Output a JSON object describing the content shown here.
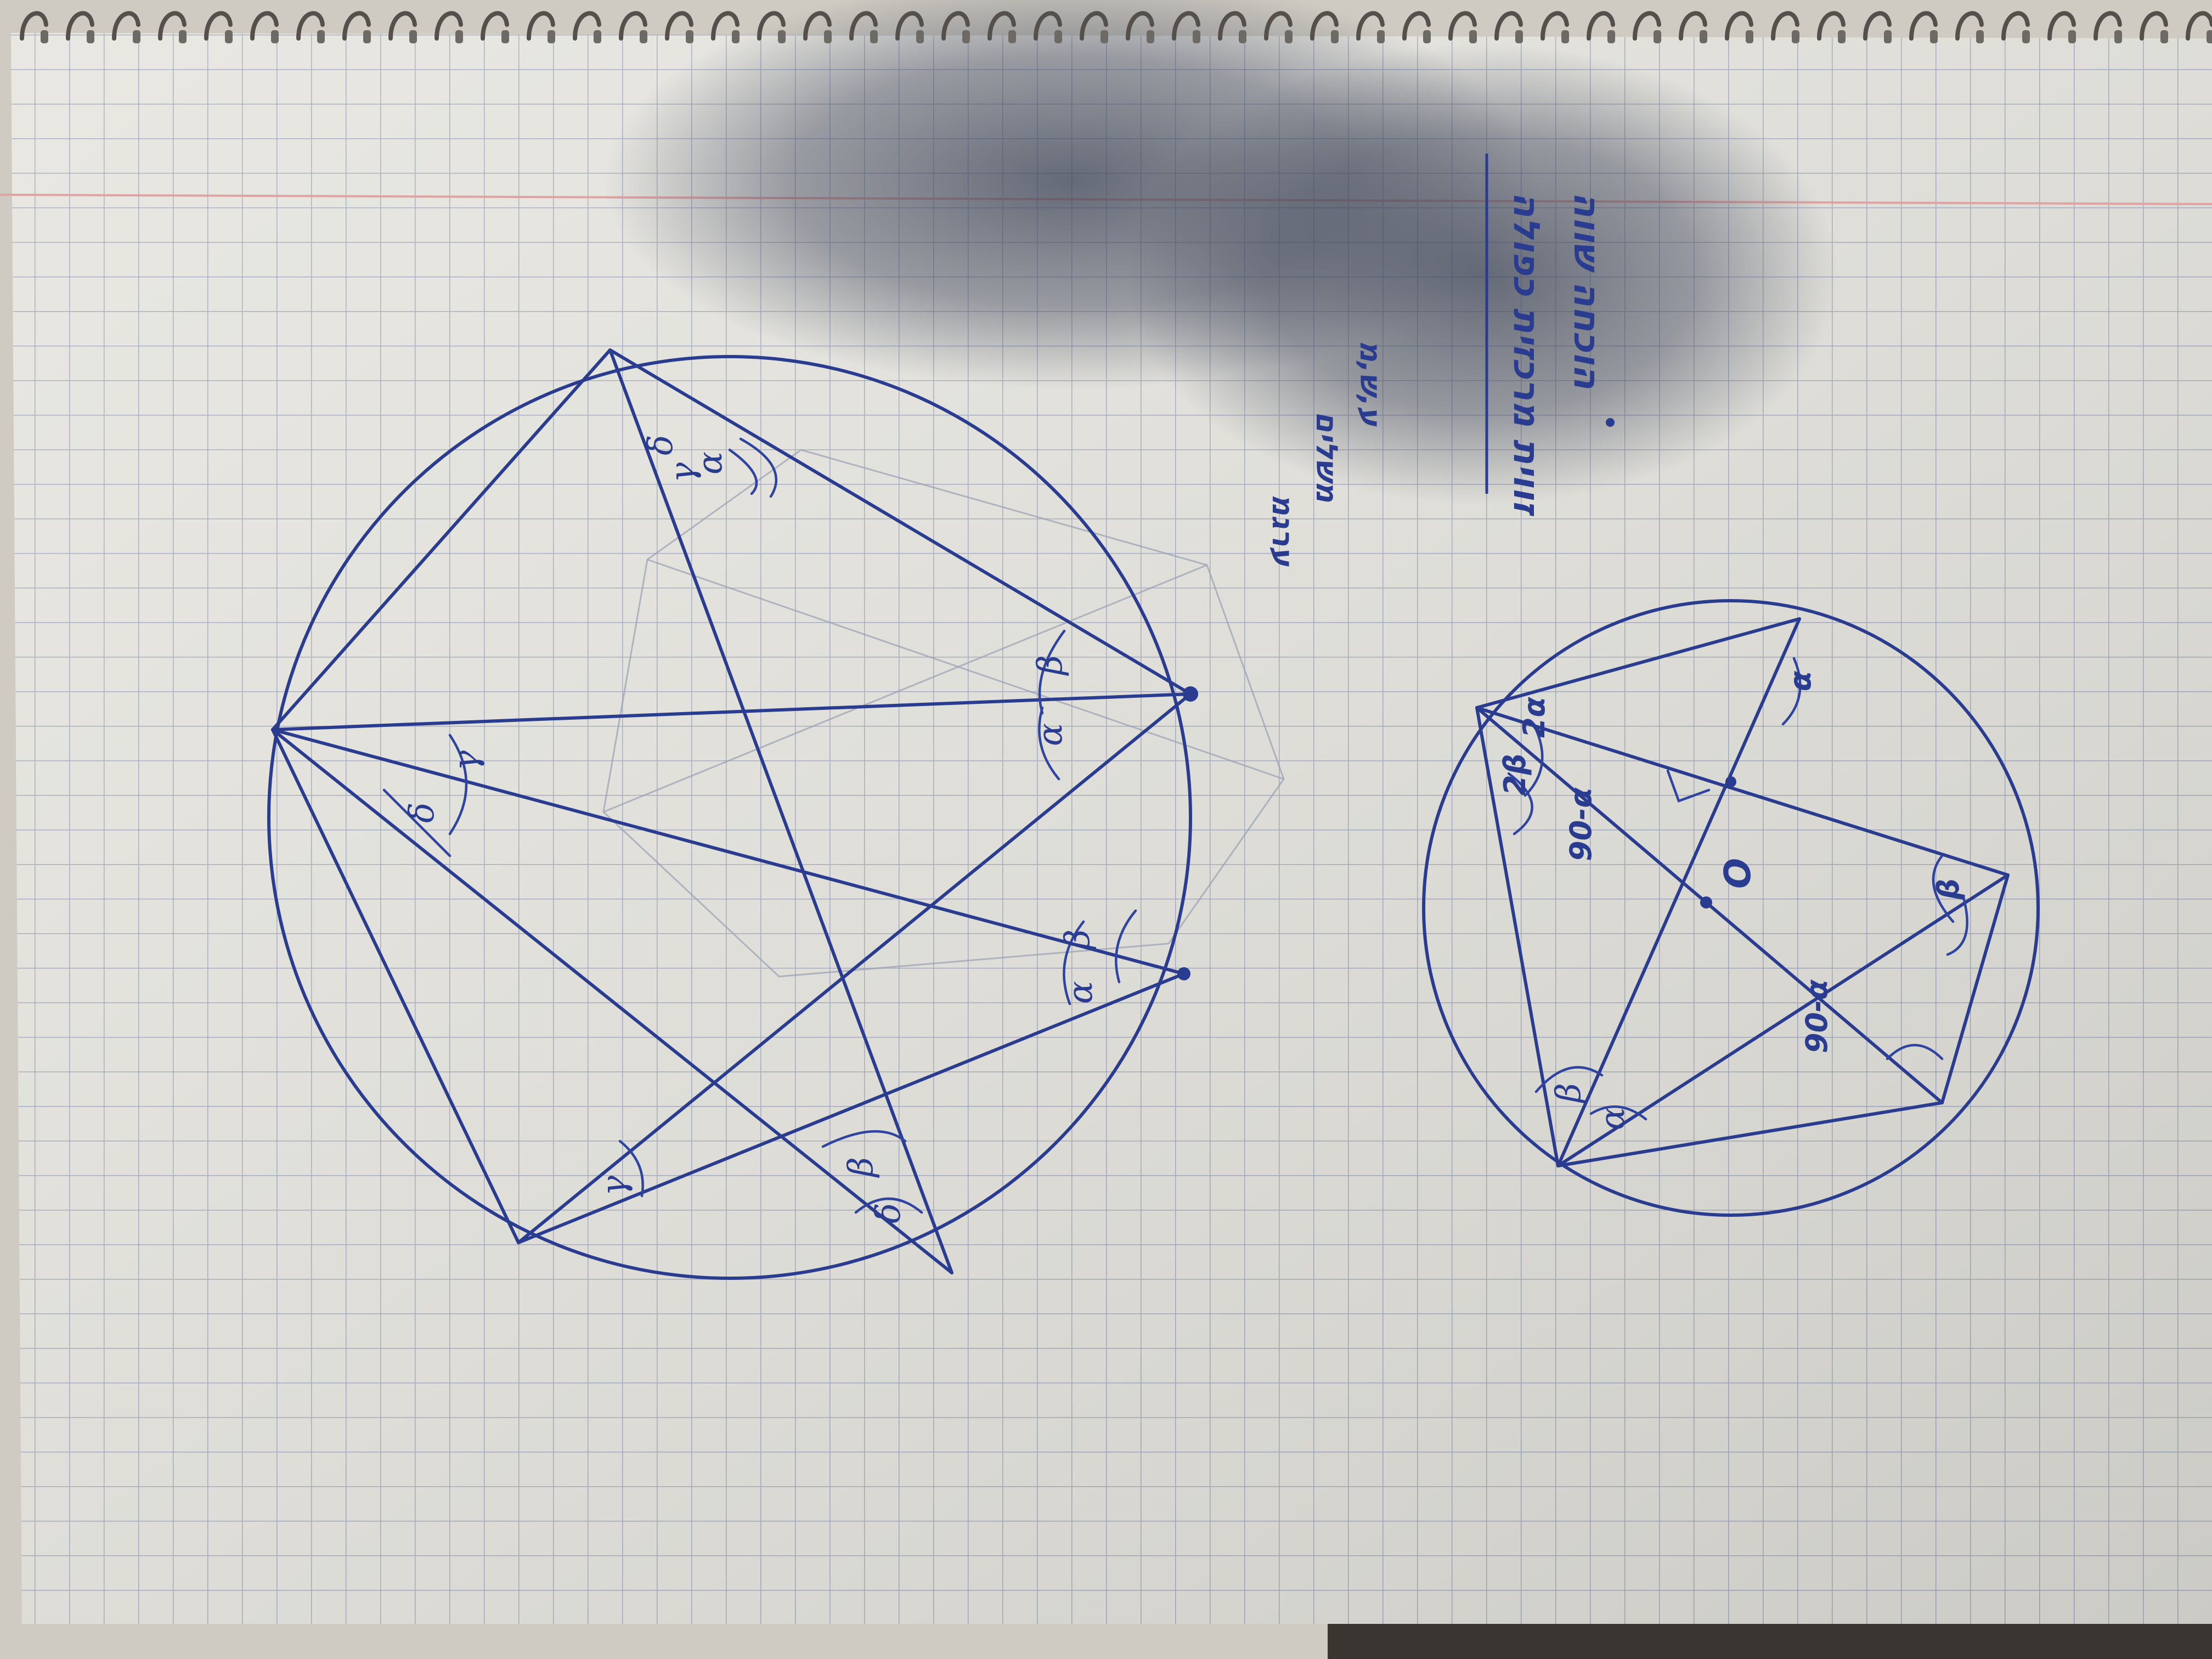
{
  "notes": {
    "title_line1": "הוכחה שווה",
    "title_line2": "זווית מרכזית כפולה",
    "list_item1": "ע,ש,מ",
    "list_item2": "משלים",
    "list_item3": "ערגמ"
  },
  "left_figure": {
    "angle_labels": [
      "α",
      "β",
      "α",
      "β",
      "α",
      "β",
      "γ",
      "δ",
      "γ",
      "δ",
      "γ",
      "δ"
    ]
  },
  "right_figure": {
    "center_label": "O",
    "angle_labels": [
      "2α",
      "2β",
      "α",
      "β",
      "β",
      "α",
      "90-α",
      "90-α"
    ]
  },
  "colors": {
    "ink": "#2a3c8f",
    "paper": "#e7e6e0",
    "grid": "#a9aec4",
    "margin_line": "#e0a3a3",
    "shadow": "#3b4256"
  }
}
